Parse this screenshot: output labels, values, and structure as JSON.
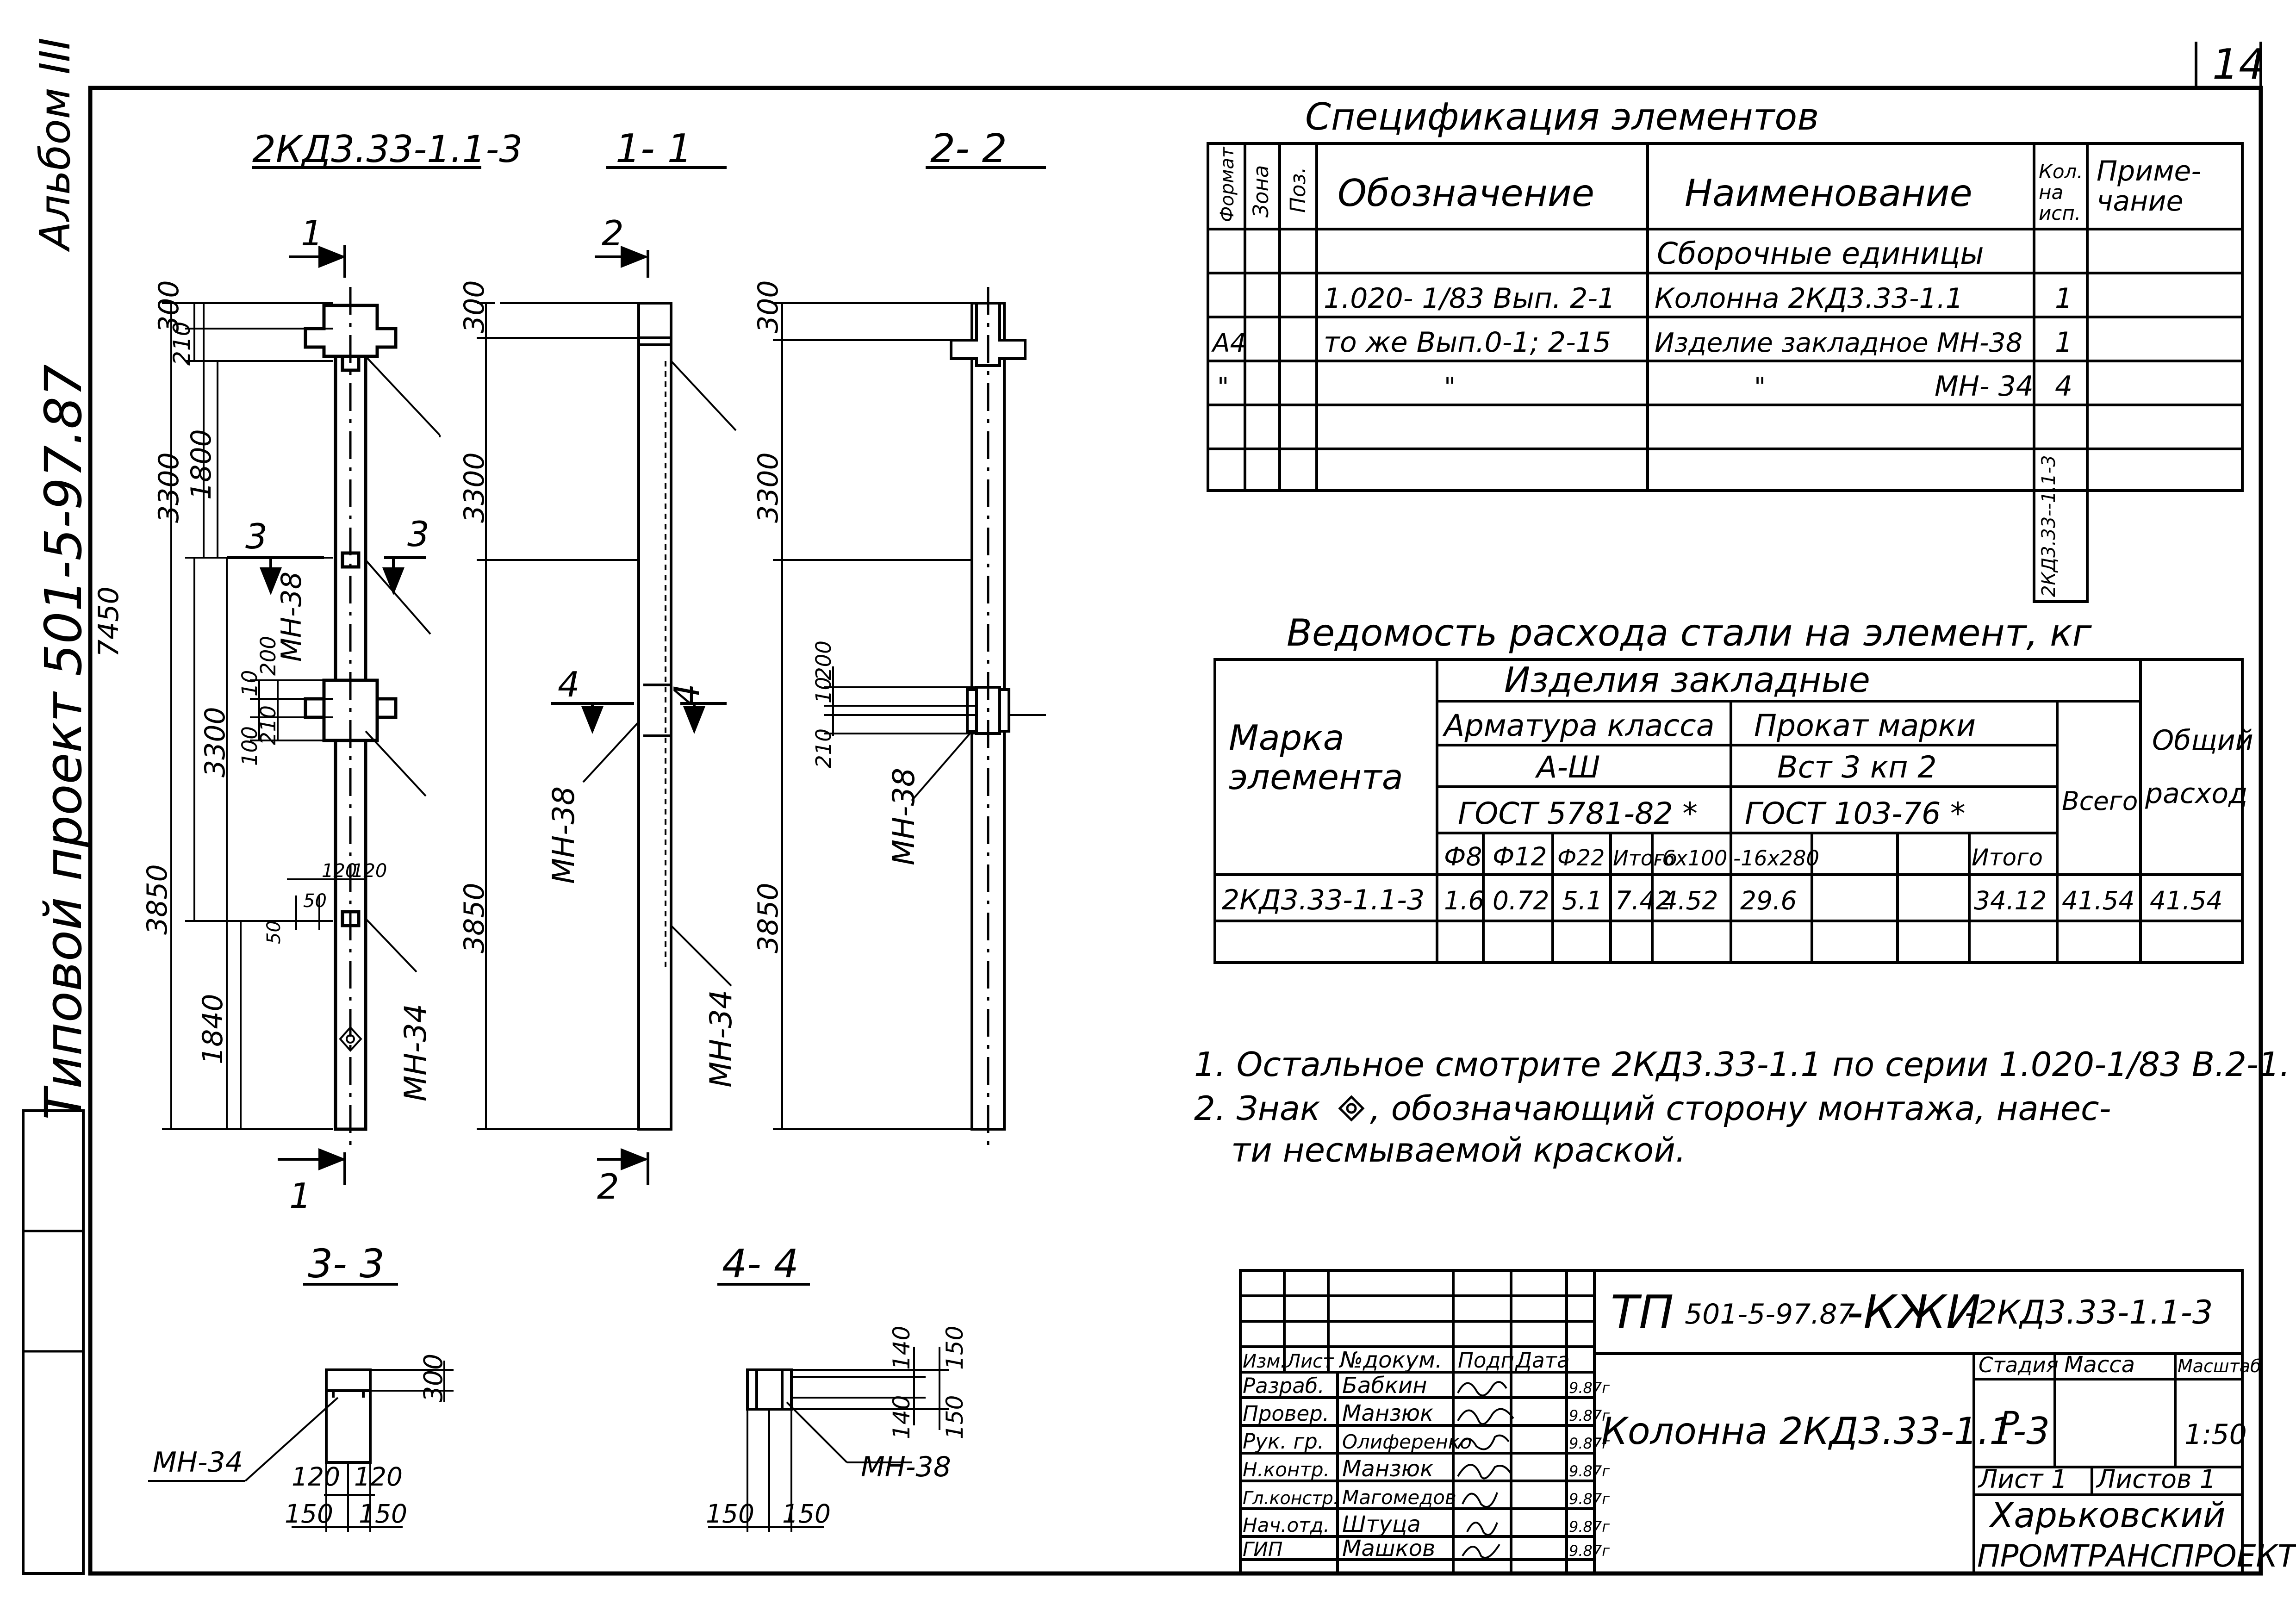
{
  "sheet": {
    "page_number": "14",
    "side_stamp": "Альбом III",
    "side_project": "Типовой проект 501-5-97.87"
  },
  "views": {
    "main_title": "2КД3.33-1.1-3",
    "section_1_1": "1- 1",
    "section_2_2": "2- 2",
    "section_3_3": "3- 3",
    "section_4_4": "4- 4",
    "cut_1": "1",
    "cut_2": "2",
    "cut_3": "3",
    "cut_4": "4",
    "label_mn38": "МН-38",
    "label_mn34": "МН-34",
    "dims_main": {
      "d300": "300",
      "d210": "210",
      "d1800": "1800",
      "d3300": "3300",
      "d3300b": "3300",
      "d3850": "3850",
      "d1840": "1840",
      "d7450": "7450",
      "d100": "100",
      "d210b": "210",
      "d10": "10",
      "d200": "200",
      "d120": "120",
      "d120b": "120",
      "d50": "50",
      "d50b": "50"
    },
    "dims_11": {
      "d300": "300",
      "d3300": "3300",
      "d3850": "3850"
    },
    "dims_22": {
      "d300": "300",
      "d3300": "3300",
      "d3850": "3850",
      "d210": "210",
      "d10": "10",
      "d200": "200"
    },
    "dims_33": {
      "d300": "300",
      "d120": "120",
      "d120b": "120",
      "d150": "150",
      "d150b": "150"
    },
    "dims_44": {
      "d140": "140",
      "d140b": "140",
      "d150": "150",
      "d150b": "150",
      "d150c": "150",
      "d150d": "150"
    }
  },
  "spec": {
    "title": "Спецификация элементов",
    "headers": {
      "format": "Формат",
      "zone": "Зона",
      "pos": "Поз.",
      "designation": "Обозначение",
      "name": "Наименование",
      "qty1": "Кол.",
      "qty2": "на",
      "qty3": "исп.",
      "note1": "Приме-",
      "note2": "чание"
    },
    "group": "Сборочные единицы",
    "rows": [
      {
        "format": "",
        "designation": "1.020- 1/83 Вып. 2-1",
        "name": "Колонна 2КД3.33-1.1",
        "qty": "1"
      },
      {
        "format": "А4",
        "designation": "то же Вып.0-1; 2-15",
        "name": "Изделие закладное МН-38",
        "qty": "1"
      },
      {
        "format": "\"",
        "designation": "\"",
        "name": "\"",
        "name2": "МН- 34",
        "qty": "4"
      }
    ],
    "column_tag": "2КД3.33--1.1-3"
  },
  "steel": {
    "title": "Ведомость расхода стали на элемент, кг",
    "h_mark1": "Марка",
    "h_mark2": "элемента",
    "h_embedded": "Изделия закладные",
    "h_rebar": "Арматура класса",
    "h_rebar_class": "А-Ш",
    "h_rebar_gost": "ГОСТ 5781-82 *",
    "h_rolled": "Прокат марки",
    "h_rolled_grade": "Вст 3 кп 2",
    "h_rolled_gost": "ГОСТ 103-76 *",
    "h_total": "Всего",
    "h_general1": "Общий",
    "h_general2": "расход",
    "sub": [
      "Ф8",
      "Ф12",
      "Ф22",
      "Итого",
      "-6х100",
      "-16х280",
      "",
      "Итого"
    ],
    "row": [
      "2КД3.33-1.1-3",
      "1.6",
      "0.72",
      "5.1",
      "7.42",
      "4.52",
      "29.6",
      "",
      "34.12",
      "41.54",
      "41.54"
    ]
  },
  "notes": {
    "n1": "1. Остальное смотрите 2КД3.33-1.1 по серии 1.020-1/83 В.2-1.",
    "n2a": "2. Знак",
    "n2b": ", обозначающий сторону монтажа, нанес-",
    "n2c": "ти несмываемой краской."
  },
  "title_block": {
    "code_prefix": "ТП",
    "code_num": "501-5-97.87",
    "code_mid": "-КЖИ",
    "code_suffix": "-2КД3.33-1.1-3",
    "object_name": "Колонна 2КД3.33-1.1-3",
    "h_change": "Изм.",
    "h_sheet": "Лист",
    "h_doc": "№докум.",
    "h_sign": "Подп.",
    "h_date": "Дата",
    "roles": [
      {
        "role": "Разраб.",
        "name": "Бабкин",
        "date": "9.87г"
      },
      {
        "role": "Провер.",
        "name": "Манзюк",
        "date": "9.87г"
      },
      {
        "role": "Рук. гр.",
        "name": "Олиференко",
        "date": "9.87г"
      },
      {
        "role": "Н.контр.",
        "name": "Манзюк",
        "date": "9.87г"
      },
      {
        "role": "Гл.констр.",
        "name": "Магомедов",
        "date": "9.87г"
      },
      {
        "role": "Нач.отд.",
        "name": "Штуца",
        "date": "9.87г"
      },
      {
        "role": "ГИП",
        "name": "Машков",
        "date": "9.87г"
      }
    ],
    "h_stage": "Стадия",
    "h_mass": "Масса",
    "h_scale": "Масштаб",
    "stage": "Р",
    "scale": "1:50",
    "sheet_label": "Лист 1",
    "sheets_label": "Листов 1",
    "org1": "Харьковский",
    "org2": "ПРОМТРАНСПРОЕКТ"
  }
}
